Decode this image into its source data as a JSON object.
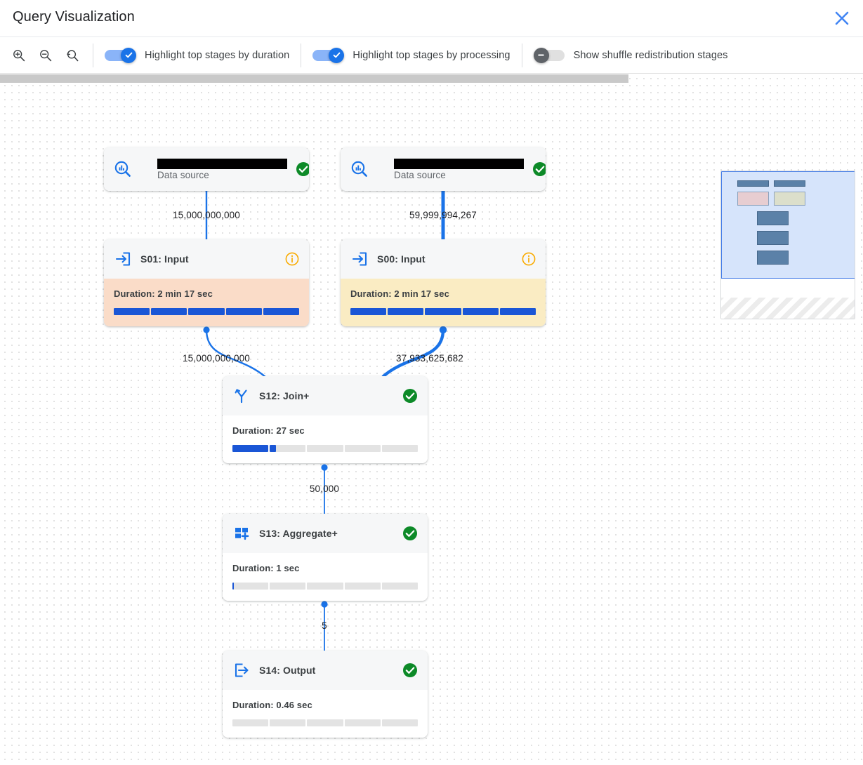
{
  "window": {
    "title": "Query Visualization",
    "close_icon": "close-icon"
  },
  "toolbar": {
    "zoom_in_icon": "zoom-in-icon",
    "zoom_out_icon": "zoom-out-icon",
    "zoom_reset_icon": "zoom-reset-icon",
    "toggles": [
      {
        "label": "Highlight top stages by duration",
        "state": "on"
      },
      {
        "label": "Highlight top stages by processing",
        "state": "on"
      },
      {
        "label": "Show shuffle redistribution stages",
        "state": "off"
      }
    ]
  },
  "graph": {
    "nodes": [
      {
        "id": "ds-left",
        "kind": "data-source",
        "icon": "data-source-search-icon",
        "name_redacted": true,
        "subtitle": "Data source",
        "status": "ok"
      },
      {
        "id": "ds-right",
        "kind": "data-source",
        "icon": "data-source-search-icon",
        "name_redacted": true,
        "subtitle": "Data source",
        "status": "ok"
      },
      {
        "id": "s01",
        "kind": "stage",
        "icon": "input-arrow-icon",
        "title": "S01: Input",
        "status": "info",
        "duration_label": "Duration: 2 min 17 sec",
        "progress_fraction": 1.0,
        "highlight": "warm"
      },
      {
        "id": "s00",
        "kind": "stage",
        "icon": "input-arrow-icon",
        "title": "S00: Input",
        "status": "info",
        "duration_label": "Duration: 2 min 17 sec",
        "progress_fraction": 1.0,
        "highlight": "yellow"
      },
      {
        "id": "s12",
        "kind": "stage",
        "icon": "join-merge-icon",
        "title": "S12: Join+",
        "status": "ok",
        "duration_label": "Duration: 27 sec",
        "progress_fraction": 0.235,
        "highlight": "none"
      },
      {
        "id": "s13",
        "kind": "stage",
        "icon": "aggregate-plus-icon",
        "title": "S13: Aggregate+",
        "status": "ok",
        "duration_label": "Duration: 1 sec",
        "progress_fraction": 0.01,
        "highlight": "none"
      },
      {
        "id": "s14",
        "kind": "stage",
        "icon": "output-arrow-icon",
        "title": "S14: Output",
        "status": "ok",
        "duration_label": "Duration: 0.46 sec",
        "progress_fraction": 0.0,
        "highlight": "none"
      }
    ],
    "edges": [
      {
        "from": "ds-left",
        "to": "s01",
        "label": "15,000,000,000",
        "weight": "thin"
      },
      {
        "from": "ds-right",
        "to": "s00",
        "label": "59,999,994,267",
        "weight": "thick"
      },
      {
        "from": "s01",
        "to": "s12",
        "label": "15,000,000,000",
        "weight": "thin"
      },
      {
        "from": "s00",
        "to": "s12",
        "label": "37,933,625,682",
        "weight": "thick"
      },
      {
        "from": "s12",
        "to": "s13",
        "label": "50,000",
        "weight": "thin"
      },
      {
        "from": "s13",
        "to": "s14",
        "label": "5",
        "weight": "thin"
      }
    ]
  },
  "minimap": {
    "name": "minimap"
  },
  "colors": {
    "accent_blue": "#1a73e8",
    "edge_blue": "#1a73e8",
    "status_green": "#0d8a28",
    "status_amber": "#f9ab00",
    "highlight_warm": "#fadcc8",
    "highlight_yellow": "#faecc3",
    "progress_blue": "#1a56d6"
  },
  "scrollbar": {
    "orientation": "horizontal"
  }
}
